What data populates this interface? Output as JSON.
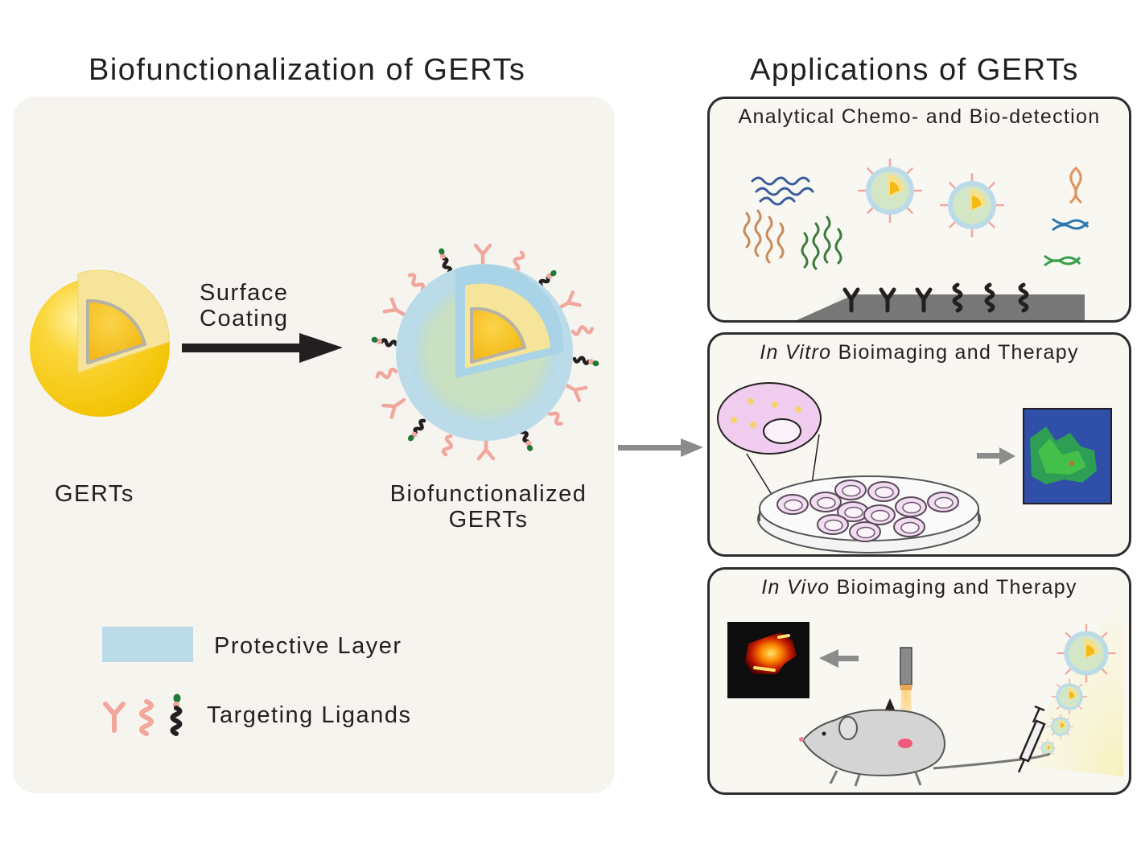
{
  "left": {
    "heading": "Biofunctionalization of GERTs",
    "arrow_label_line1": "Surface",
    "arrow_label_line2": "Coating",
    "gerts_label": "GERTs",
    "bio_label_line1": "Biofunctionalized",
    "bio_label_line2": "GERTs",
    "legend": {
      "protective_layer": "Protective Layer",
      "targeting_ligands": "Targeting Ligands"
    }
  },
  "right": {
    "heading": "Applications of GERTs",
    "boxes": [
      {
        "title": "Analytical Chemo- and Bio-detection"
      },
      {
        "title_italic": "In Vitro",
        "title_rest": " Bioimaging and Therapy"
      },
      {
        "title_italic": "In Vivo",
        "title_rest": " Bioimaging and Therapy"
      }
    ]
  },
  "colors": {
    "panel_bg": "#f6f4ef",
    "core": "#f5c21b",
    "shell": "#f7e08a",
    "protective_layer": "#bcdbe9",
    "ligand_pink": "#f2a79d",
    "ligand_dark": "#231f20",
    "ligand_tip_green": "#1e7a34",
    "cell": "#e7c8e6"
  },
  "icons": [
    "antibody-ligand-icon",
    "peptide-ligand-icon",
    "aptamer-ligand-icon",
    "protein-icon",
    "dna-icon",
    "petri-dish-icon",
    "mouse-icon",
    "syringe-icon",
    "fiber-probe-icon"
  ]
}
